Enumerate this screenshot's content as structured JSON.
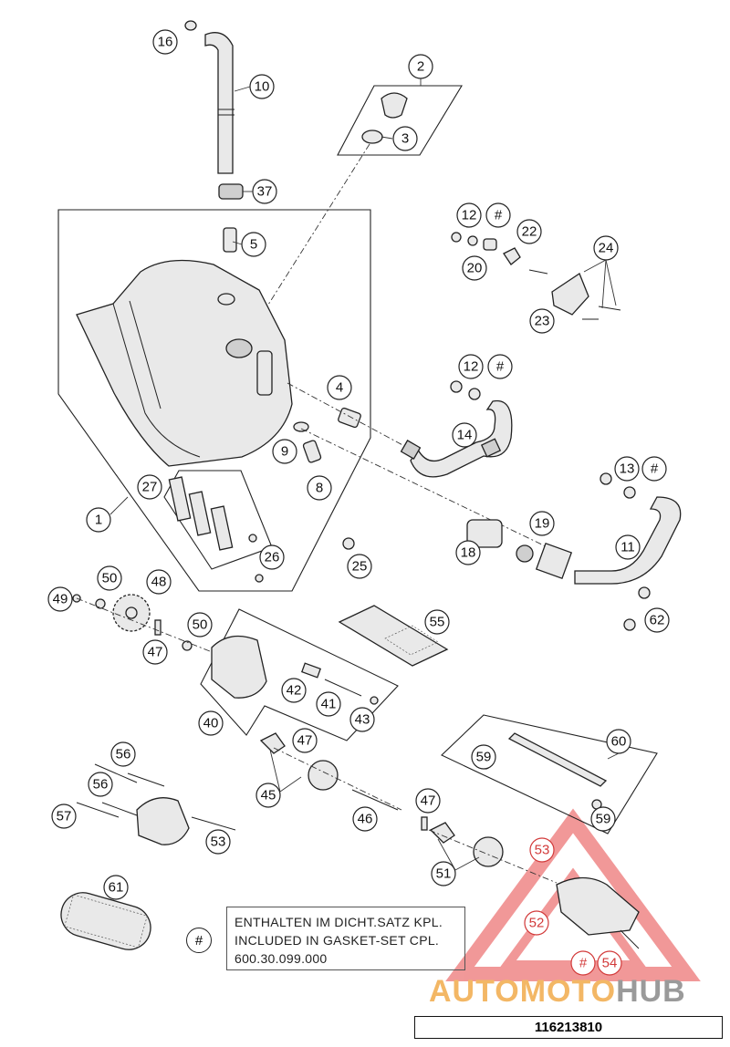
{
  "callouts": {
    "c1": "1",
    "c2": "2",
    "c3": "3",
    "c4": "4",
    "c5": "5",
    "c8": "8",
    "c9": "9",
    "c10": "10",
    "c11": "11",
    "c12a": "12",
    "c12b": "12",
    "c13": "13",
    "c14": "14",
    "c16": "16",
    "c18": "18",
    "c19": "19",
    "c20": "20",
    "c22": "22",
    "c23": "23",
    "c24": "24",
    "c25": "25",
    "c26": "26",
    "c27": "27",
    "c37": "37",
    "c40": "40",
    "c41": "41",
    "c42": "42",
    "c43": "43",
    "c45": "45",
    "c46": "46",
    "c47a": "47",
    "c47b": "47",
    "c47c": "47",
    "c48": "48",
    "c49": "49",
    "c50a": "50",
    "c50b": "50",
    "c51": "51",
    "c52": "52",
    "c53a": "53",
    "c53b": "53",
    "c54": "54",
    "c55": "55",
    "c56a": "56",
    "c56b": "56",
    "c57": "57",
    "c59a": "59",
    "c59b": "59",
    "c60": "60",
    "c61": "61",
    "c62": "62",
    "hash": "#"
  },
  "note": {
    "symbol": "#",
    "line1": "ENTHALTEN IM DICHT.SATZ KPL.",
    "line2": "INCLUDED IN GASKET-SET CPL.",
    "line3": "600.30.099.000"
  },
  "watermark": {
    "part1": "AUTOMOTO",
    "part2": "HUB"
  },
  "drawing_number": "116213810",
  "colors": {
    "line": "#222222",
    "watermark_red": "#e64545",
    "watermark_orange": "#f3b765",
    "watermark_grey": "#9a9a9a"
  }
}
